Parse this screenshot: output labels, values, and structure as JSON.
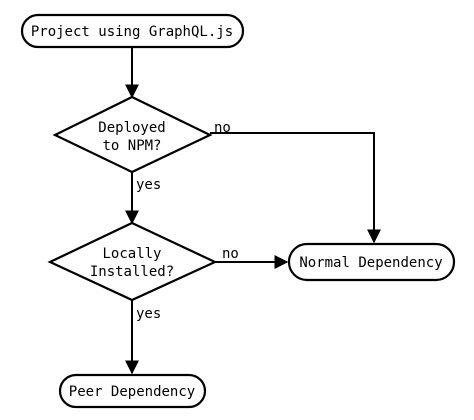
{
  "diagram": {
    "nodes": {
      "start": "Project using GraphQL.js",
      "decision1": [
        "Deployed",
        "to NPM?"
      ],
      "decision2": [
        "Locally",
        "Installed?"
      ],
      "normal": "Normal Dependency",
      "peer": "Peer Dependency"
    },
    "edges": {
      "d1_no": "no",
      "d1_yes": "yes",
      "d2_no": "no",
      "d2_yes": "yes"
    },
    "colors": {
      "stroke": "#000000",
      "background": "#ffffff"
    }
  }
}
